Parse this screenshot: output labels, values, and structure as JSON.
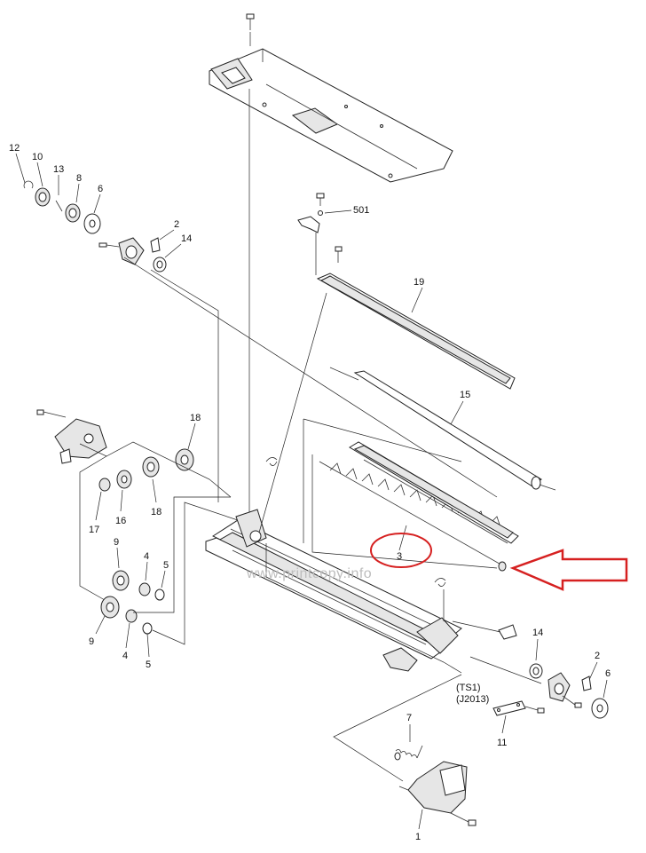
{
  "watermark": "www.printcopy.info",
  "callouts": {
    "c501": "501",
    "c19": "19",
    "c15": "15",
    "c12": "12",
    "c10": "10",
    "c13": "13",
    "c8": "8",
    "c6a": "6",
    "c2a": "2",
    "c14a": "14",
    "c18a": "18",
    "c17": "17",
    "c16": "16",
    "c18b": "18",
    "c9a": "9",
    "c4a": "4",
    "c5a": "5",
    "c9b": "9",
    "c4b": "4",
    "c5b": "5",
    "c3": "3",
    "c14b": "14",
    "c2b": "2",
    "c6b": "6",
    "c11": "11",
    "c7": "7",
    "c1": "1"
  },
  "labels": {
    "ts1": "(TS1)",
    "j2013": "(J2013)"
  },
  "colors": {
    "highlight": "#d62020",
    "ink": "#222222"
  }
}
